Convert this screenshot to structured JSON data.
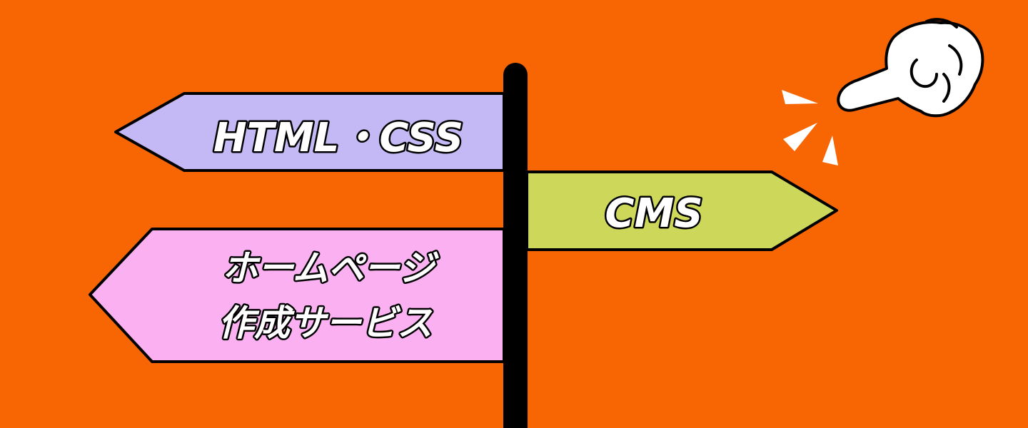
{
  "scene": {
    "background_color": "#f76603",
    "signs": [
      {
        "id": "html-css",
        "direction": "left",
        "color": "#c4b9f4",
        "lines": [
          "HTML・CSS"
        ]
      },
      {
        "id": "cms",
        "direction": "right",
        "color": "#cdd85b",
        "lines": [
          "CMS"
        ]
      },
      {
        "id": "homepage-service",
        "direction": "left",
        "color": "#fbb1f1",
        "lines": [
          "ホームページ",
          "作成サービス"
        ]
      }
    ],
    "pole_color": "#000000",
    "pointer": {
      "icon": "pointing-hand-icon",
      "target": "cms"
    }
  }
}
